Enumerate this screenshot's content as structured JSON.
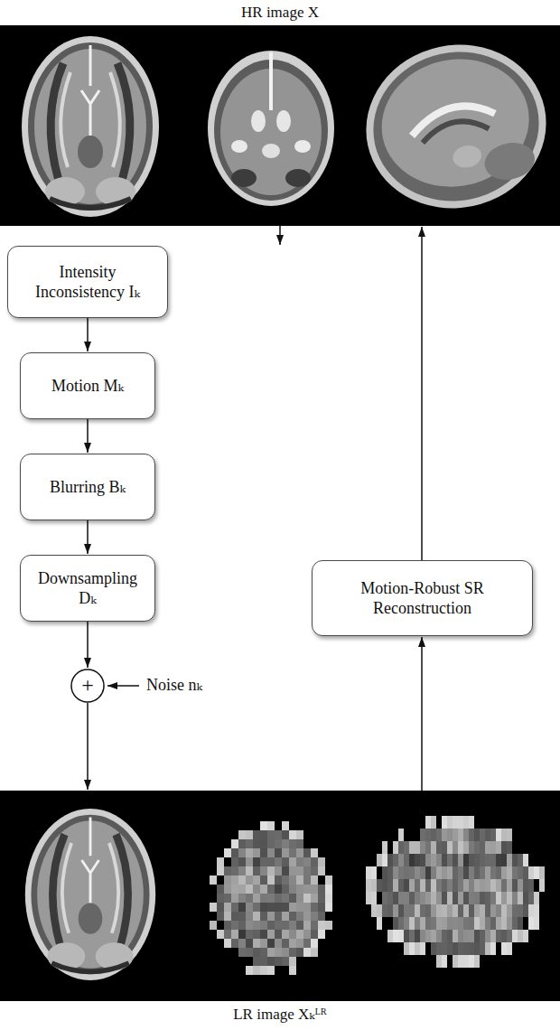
{
  "diagram": {
    "nodes": [
      {
        "text": [
          "HR image X"
        ]
      },
      {
        "text": [
          "Intensity Inconsistency Iₖ"
        ]
      },
      {
        "text": [
          "Motion Mₖ"
        ]
      },
      {
        "text": [
          "Blurring Bₖ"
        ]
      },
      {
        "text": [
          "Downsampling Dₖ"
        ]
      },
      {
        "text": [
          "+"
        ]
      },
      {
        "text": [
          "LR image Xₖᴸᴿ"
        ]
      },
      {
        "text": [
          "Motion-Robust SR Reconstruction"
        ]
      }
    ],
    "edges": [
      {
        "from": 0,
        "to": 1,
        "arrow": "to"
      },
      {
        "from": 1,
        "to": 2,
        "arrow": "to"
      },
      {
        "from": 2,
        "to": 3,
        "arrow": "to"
      },
      {
        "from": 3,
        "to": 4,
        "arrow": "to"
      },
      {
        "from": 4,
        "to": 5,
        "arrow": "to"
      },
      {
        "from": 5,
        "to": 6,
        "arrow": "to"
      },
      {
        "from": 6,
        "to": 7,
        "arrow": "to"
      },
      {
        "from": 7,
        "to": 0,
        "arrow": "to"
      }
    ],
    "labels": [
      "Noise nₖ"
    ]
  }
}
